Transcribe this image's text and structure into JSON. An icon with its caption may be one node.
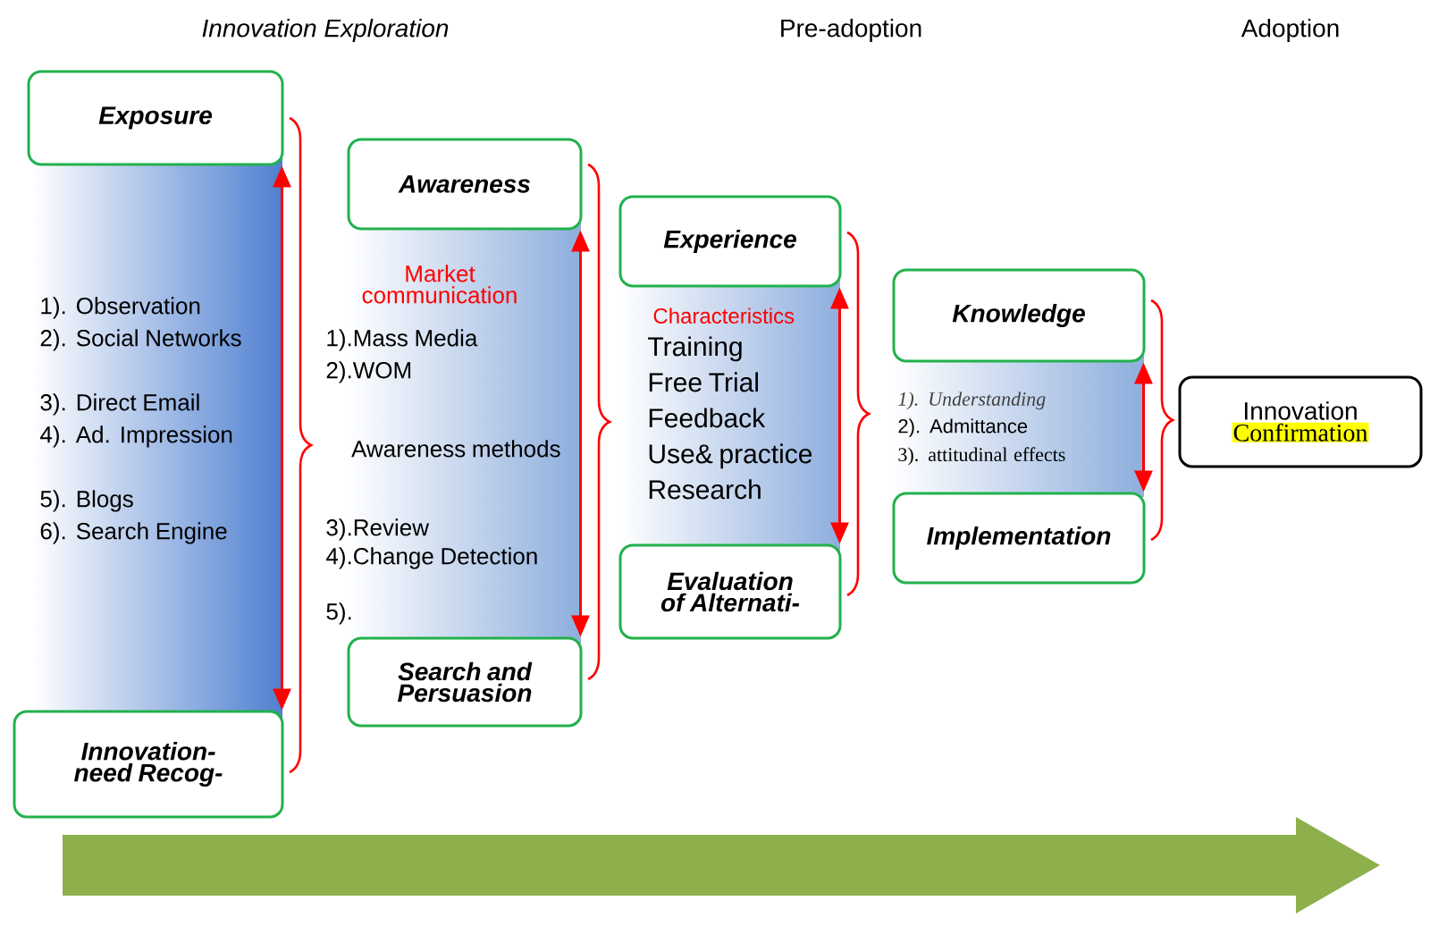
{
  "diagram": {
    "nodes": [
      {
        "text": [
          "Exposure"
        ]
      },
      {
        "text": [
          "Innovation-need Recog-"
        ]
      },
      {
        "text": [
          "Awareness"
        ]
      },
      {
        "text": [
          "Search and Persuasion"
        ]
      },
      {
        "text": [
          "Experience"
        ]
      },
      {
        "text": [
          "Evaluation of Alternati-"
        ]
      },
      {
        "text": [
          "Knowledge"
        ]
      },
      {
        "text": [
          "Implementation"
        ]
      },
      {
        "text": [
          "Innovation",
          "Confirmation"
        ]
      }
    ],
    "edges": [
      {
        "from": 0,
        "to": 1,
        "arrow": "both"
      },
      {
        "from": 2,
        "to": 3,
        "arrow": "both"
      },
      {
        "from": 4,
        "to": 5,
        "arrow": "both"
      },
      {
        "from": 6,
        "to": 7,
        "arrow": "both"
      }
    ],
    "labels": [
      "Innovation Exploration",
      "Pre-adoption",
      "Adoption",
      "1). Observation",
      "2). Social Networks",
      "3). Direct Email",
      "4). Ad. Impression",
      "5). Blogs",
      "6). Search Engine",
      "Market communication",
      "1).Mass Media",
      "2).WOM",
      "Awareness methods",
      "3).Review",
      "4).Change Detection",
      "5).",
      "Characteristics",
      "Training",
      "Free Trial",
      "Feedback",
      "Use& practice",
      "Research",
      "1). Understanding",
      "2). Admittance",
      "3). attitudinal effects"
    ]
  }
}
